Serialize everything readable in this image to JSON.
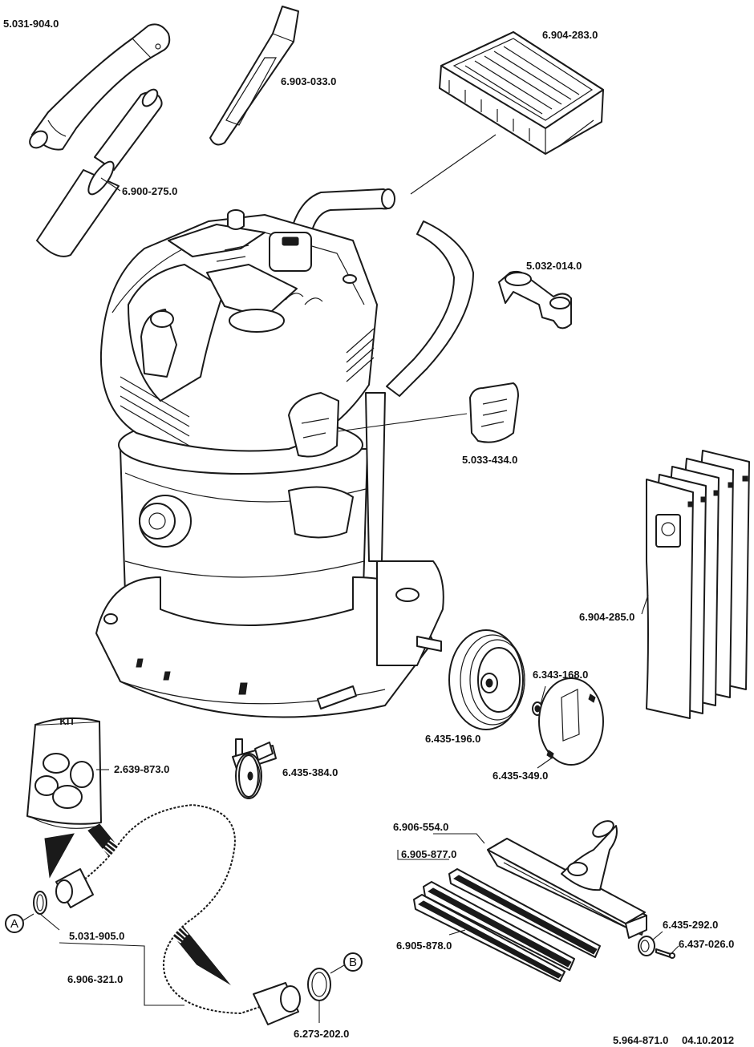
{
  "labels": {
    "hose_bend": "5.031-904.0",
    "crevice_nozzle": "6.903-033.0",
    "suction_tubes": "6.900-275.0",
    "flat_filter": "6.904-283.0",
    "accessory_holder": "5.032-014.0",
    "filter_cover": "5.033-434.0",
    "filter_bags": "6.904-285.0",
    "hub_cap_washer": "6.343-168.0",
    "wheel": "6.435-196.0",
    "hub_cap": "6.435-349.0",
    "caster": "6.435-384.0",
    "adapter_kit": "2.639-873.0",
    "floor_nozzle": "6.906-554.0",
    "squeegee_strip": "6.905-877.0",
    "brush_strip": "6.905-878.0",
    "roller": "6.435-292.0",
    "pin": "6.437-026.0",
    "hose_clip": "5.031-905.0",
    "suction_hose": "6.906-321.0",
    "hose_ring": "6.273-202.0"
  },
  "kit_label": "KIT",
  "markers": {
    "a": "A",
    "b": "B"
  },
  "footer": {
    "doc_number": "5.964-871.0",
    "date": "04.10.2012"
  }
}
